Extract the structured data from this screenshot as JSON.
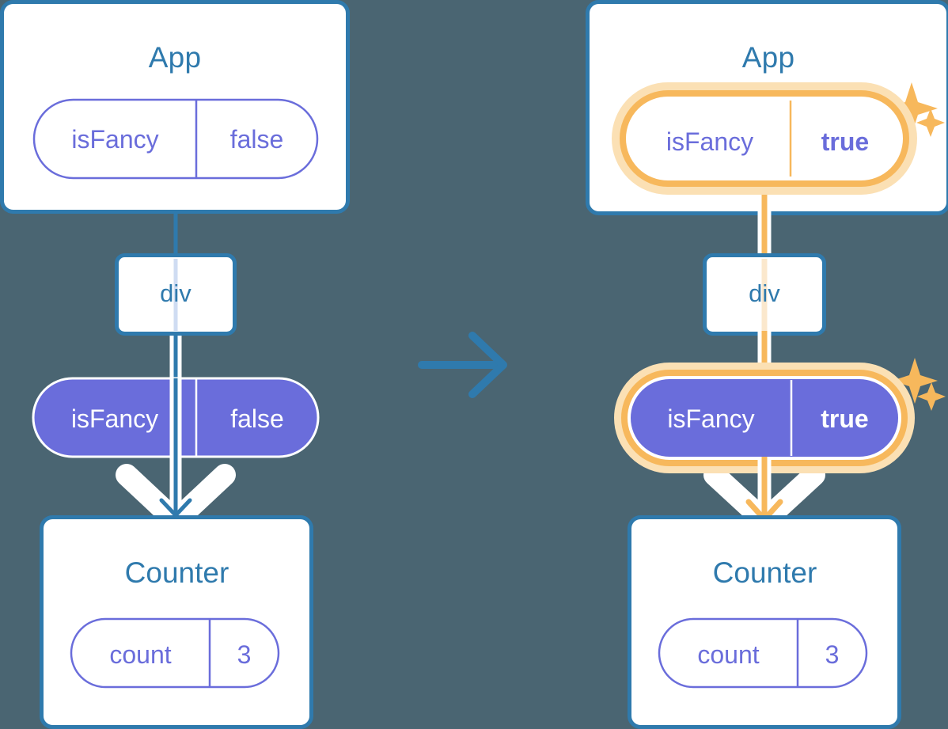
{
  "diagram": {
    "title_semantics": "React state propagation: App passes isFancy to Counter via div",
    "background_color": "#4a6572",
    "accent_blue": "#2f7aad",
    "accent_purple": "#6a6ddb",
    "accent_orange": "#f7b85c",
    "accent_orange_glow": "#fbe0b4",
    "white": "#ffffff"
  },
  "left_panel": {
    "app_box": {
      "title": "App",
      "state_pill": {
        "name": "isFancy",
        "value": "false",
        "highlighted": false,
        "filled": false
      }
    },
    "div_box": {
      "label": "div"
    },
    "props_pill": {
      "name": "isFancy",
      "value": "false",
      "highlighted": false,
      "filled": true
    },
    "counter_box": {
      "title": "Counter",
      "state_pill": {
        "name": "count",
        "value": "3",
        "highlighted": false,
        "filled": false
      }
    }
  },
  "transition": {
    "icon": "arrow-right-icon"
  },
  "right_panel": {
    "app_box": {
      "title": "App",
      "state_pill": {
        "name": "isFancy",
        "value": "true",
        "highlighted": true,
        "filled": false
      },
      "sparkles": "sparkles-icon"
    },
    "div_box": {
      "label": "div"
    },
    "props_pill": {
      "name": "isFancy",
      "value": "true",
      "highlighted": true,
      "filled": true,
      "sparkles": "sparkles-icon"
    },
    "counter_box": {
      "title": "Counter",
      "state_pill": {
        "name": "count",
        "value": "3",
        "highlighted": false,
        "filled": false
      }
    }
  }
}
